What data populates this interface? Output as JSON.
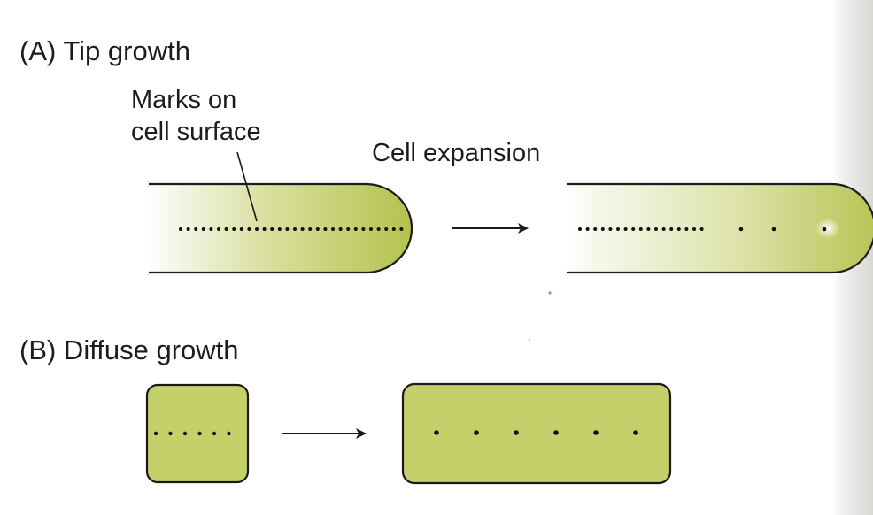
{
  "panel_a": {
    "title": "(A)  Tip growth",
    "annotation_line1": "Marks on",
    "annotation_line2": "cell surface",
    "process_label": "Cell expansion",
    "before_marks": 30,
    "after_marks_close": 17
  },
  "panel_b": {
    "title": "(B)  Diffuse growth",
    "before_marks": 6,
    "after_marks": 6
  },
  "colors": {
    "cell_fill": "#c5d06a",
    "cell_dark": "#a9b84a",
    "outline": "#1a1a1a",
    "dot": "#111111"
  }
}
